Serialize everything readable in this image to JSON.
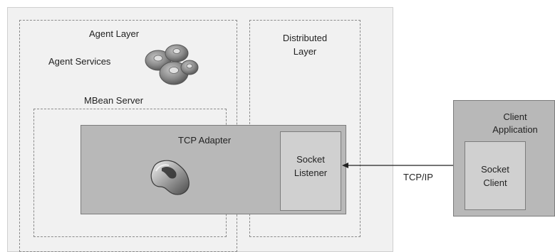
{
  "agent_layer": {
    "label": "Agent Layer",
    "services_label": "Agent Services"
  },
  "mbean_server": {
    "label": "MBean Server"
  },
  "distributed_layer": {
    "label_line1": "Distributed",
    "label_line2": "Layer"
  },
  "tcp_adapter": {
    "label": "TCP Adapter"
  },
  "socket_listener": {
    "label_line1": "Socket",
    "label_line2": "Listener"
  },
  "connection": {
    "label": "TCP/IP"
  },
  "client_application": {
    "label_line1": "Client",
    "label_line2": "Application",
    "socket_client": {
      "label_line1": "Socket",
      "label_line2": "Client"
    }
  },
  "icons": {
    "agent_services": "gears-icon",
    "mbean": "bean-icon"
  }
}
